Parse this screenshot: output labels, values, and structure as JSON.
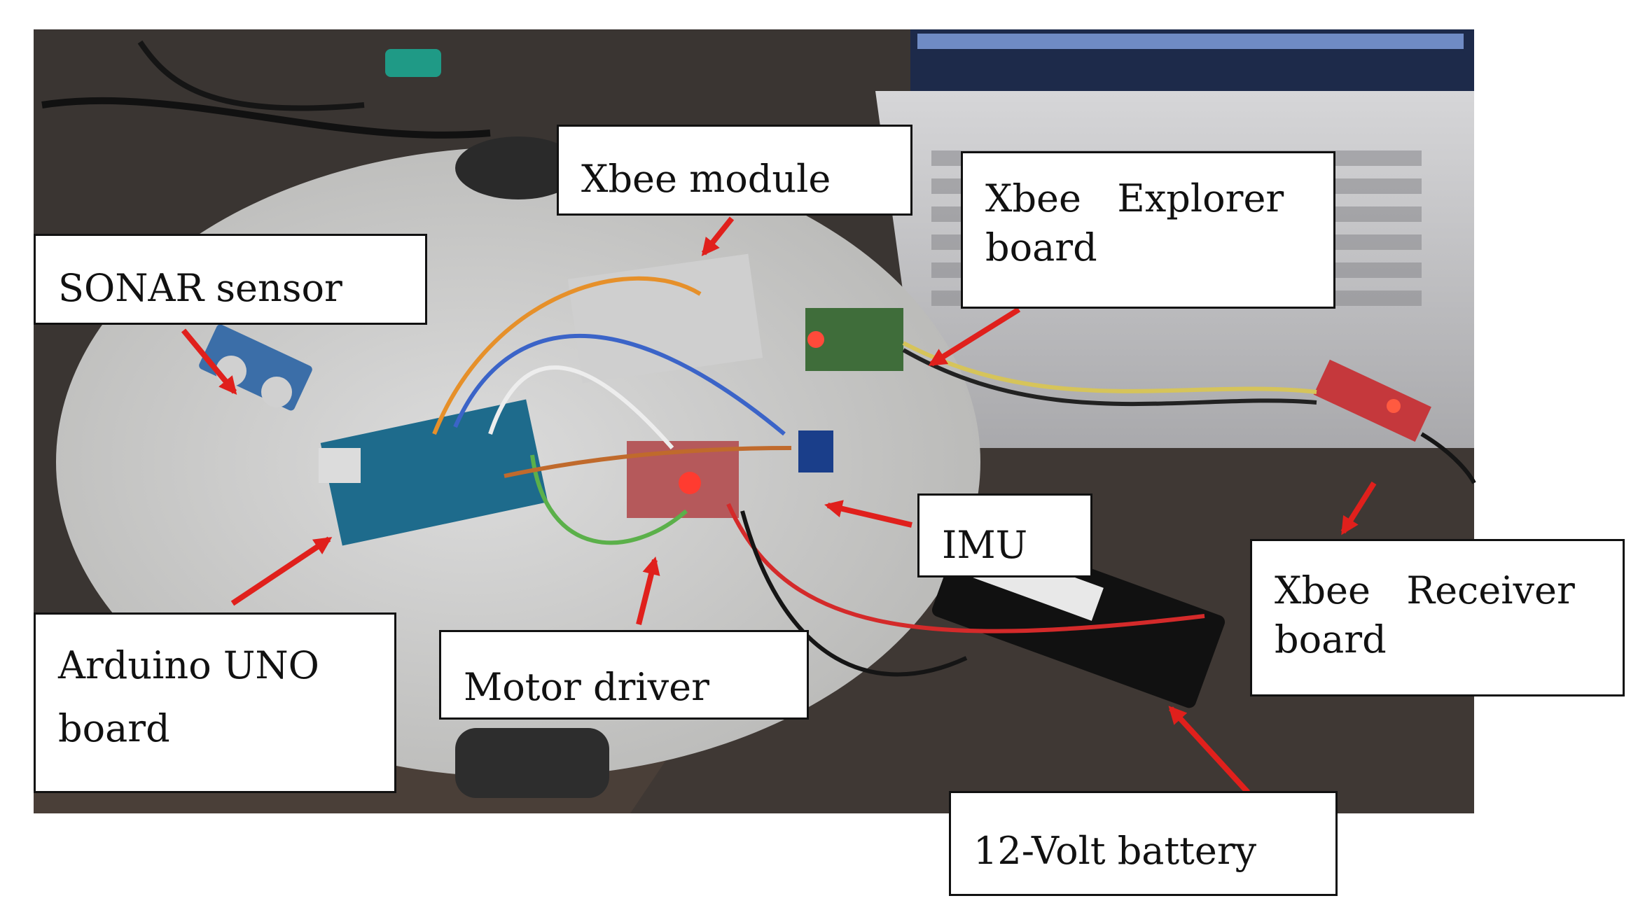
{
  "figure": {
    "labels": {
      "xbee_module": {
        "line1": "Xbee module"
      },
      "xbee_explorer": {
        "line1": "Xbee   Explorer",
        "line2": "board"
      },
      "sonar": {
        "line1": "SONAR sensor"
      },
      "arduino": {
        "line1": "Arduino UNO",
        "line2": "board"
      },
      "motor_driver": {
        "line1": "Motor driver"
      },
      "imu": {
        "line1": "IMU"
      },
      "xbee_receiver": {
        "line1": "Xbee   Receiver",
        "line2": "board"
      },
      "battery": {
        "line1": "12-Volt battery"
      }
    },
    "colors": {
      "arrow": "#e0201c",
      "label_border": "#111111",
      "background_dark": "#3a3532",
      "platform": "#c9c8c6",
      "laptop": "#bfbfc2"
    }
  }
}
